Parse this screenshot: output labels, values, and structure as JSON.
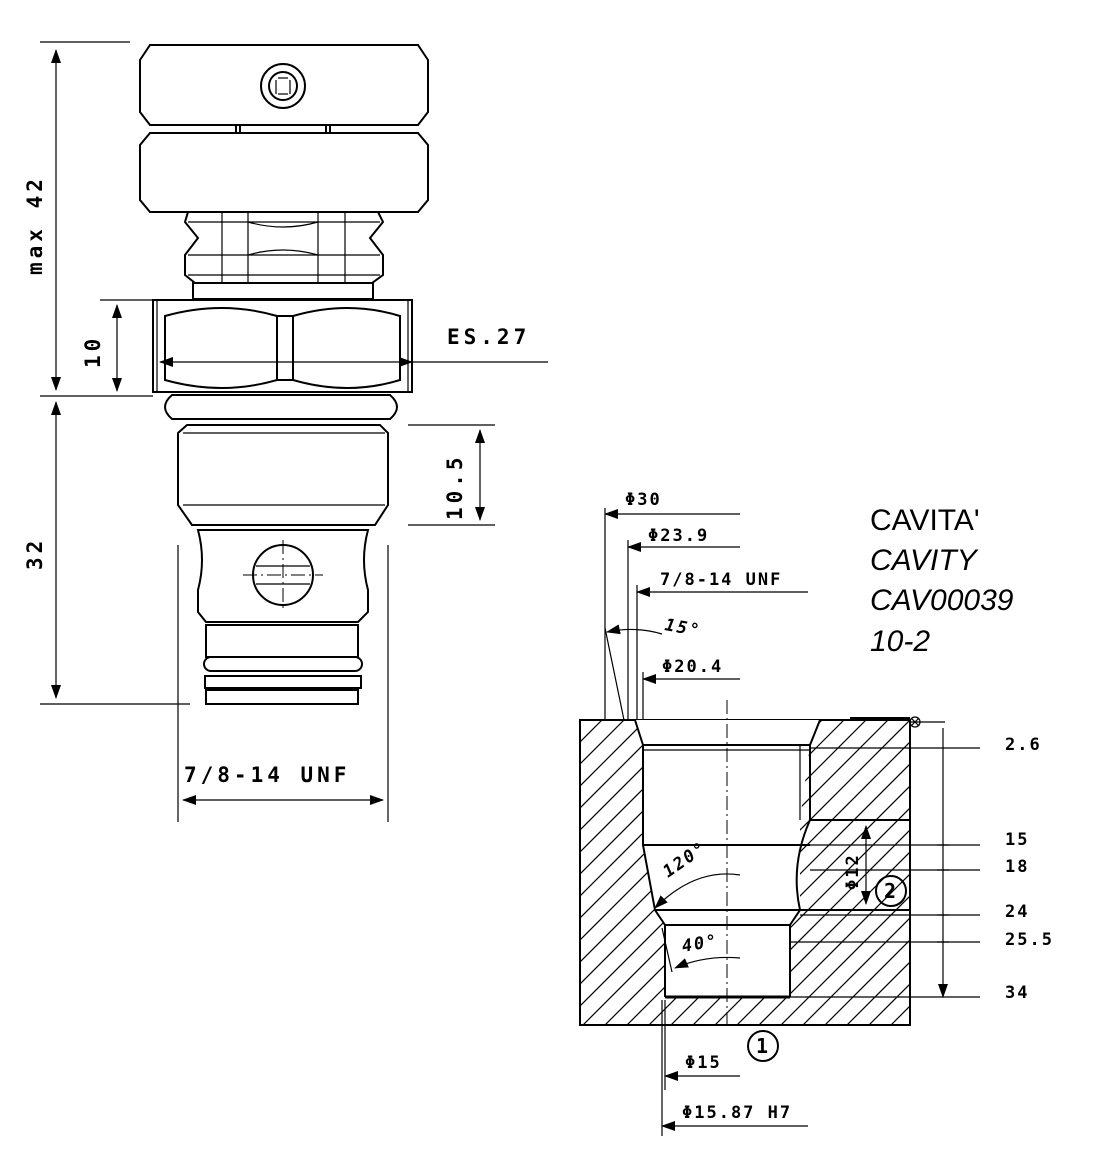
{
  "cartridge": {
    "dim_height_total": "max 42",
    "dim_hex_height": "10",
    "hex_size": "ES.27",
    "dim_lower_length": "32",
    "dim_thread_length": "10.5",
    "thread_size": "7/8-14 UNF"
  },
  "cavity": {
    "title_lines": [
      "CAVITA'",
      "CAVITY",
      "CAV00039",
      "10-2"
    ],
    "dia_30": "Φ30",
    "dia_23_9": "Φ23.9",
    "thread": "7/8-14 UNF",
    "angle_15": "15°",
    "dia_20_4": "Φ20.4",
    "angle_120": "120°",
    "angle_40": "40°",
    "dia_12": "Φ12",
    "dia_15": "Φ15",
    "dia_15_87": "Φ15.87 H7",
    "port_1": "1",
    "port_2": "2",
    "depths": [
      "2.6",
      "15",
      "18",
      "24",
      "25.5",
      "34"
    ]
  }
}
